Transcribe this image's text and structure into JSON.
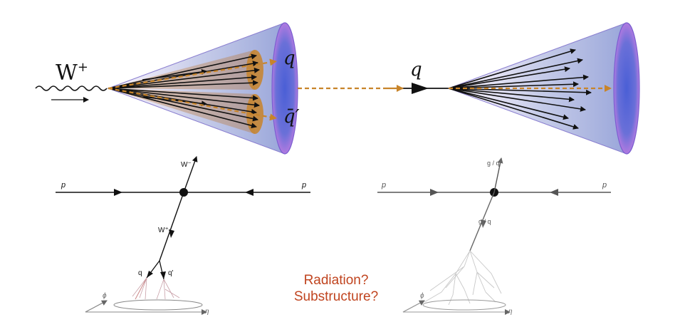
{
  "colors": {
    "cone_edge": "#6a5acd",
    "cone_fill": "#8b9ad6",
    "cap_fill": "#5a6fd8",
    "dashed_axis": "#c8842a",
    "subjet_cap": "#c8842a",
    "question_text": "#c0441f",
    "line_dark": "#111111",
    "line_grey": "#555555"
  },
  "top_left_jet": {
    "boson_label": "W",
    "boson_charge": "+",
    "subjet_1_label": "q",
    "subjet_2_label": "q̄′"
  },
  "top_right_jet": {
    "quark_label": "q"
  },
  "bottom_left_diagram": {
    "beam_left_label": "p",
    "beam_right_label": "p",
    "outgoing_label": "W⁻",
    "propagator_label": "W⁺",
    "daughter_1_label": "q",
    "daughter_2_label": "q'",
    "phi_label": "ϕ",
    "eta_label": "η"
  },
  "bottom_right_diagram": {
    "beam_left_label": "p",
    "beam_right_label": "p",
    "outgoing_label": "g / q",
    "propagator_label": "g / q",
    "phi_label": "ϕ",
    "eta_label": "η"
  },
  "questions": {
    "line1": "Radiation?",
    "line2": "Substructure?"
  }
}
